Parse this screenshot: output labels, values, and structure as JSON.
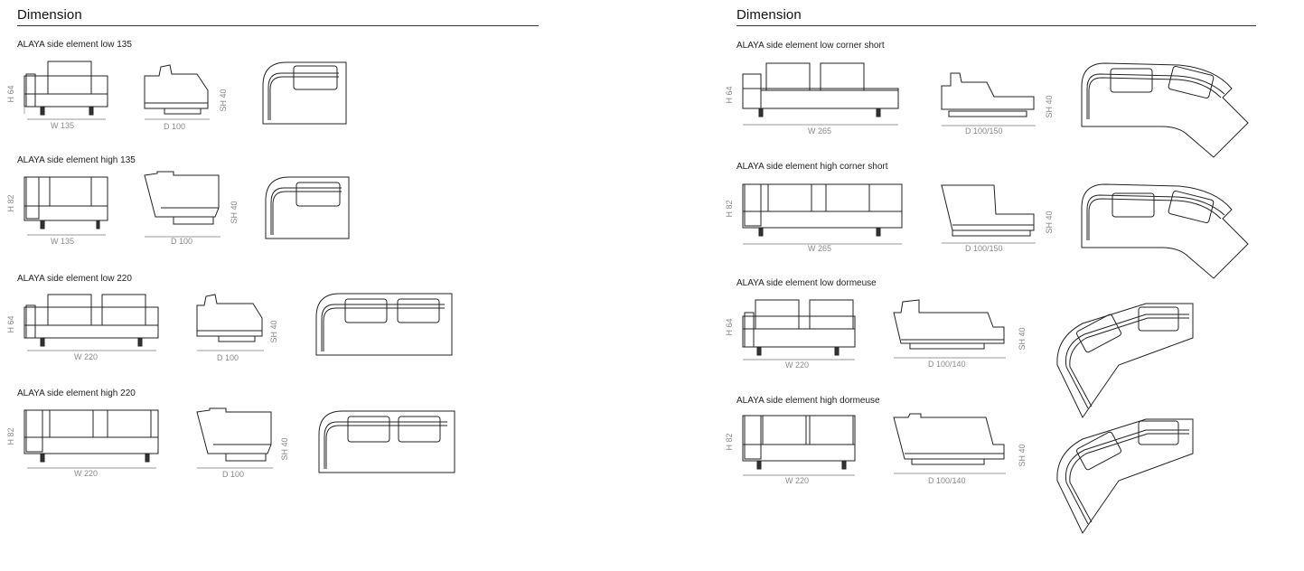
{
  "left": {
    "header": "Dimension",
    "items": [
      {
        "caption": "ALAYA side element low 135",
        "front_width": "W 135",
        "front_height": "H 64",
        "side_depth": "D 100",
        "seat_height": "SH 40"
      },
      {
        "caption": "ALAYA side element high 135",
        "front_width": "W 135",
        "front_height": "H 82",
        "side_depth": "D 100",
        "seat_height": "SH 40"
      },
      {
        "caption": "ALAYA side element low 220",
        "front_width": "W 220",
        "front_height": "H 64",
        "side_depth": "D 100",
        "seat_height": "SH 40"
      },
      {
        "caption": "ALAYA side element high 220",
        "front_width": "W 220",
        "front_height": "H 82",
        "side_depth": "D 100",
        "seat_height": "SH 40"
      }
    ]
  },
  "right": {
    "header": "Dimension",
    "items": [
      {
        "caption": "ALAYA side element low corner short",
        "front_width": "W 265",
        "front_height": "H 64",
        "side_depth": "D 100/150",
        "seat_height": "SH 40"
      },
      {
        "caption": "ALAYA side element high corner short",
        "front_width": "W 265",
        "front_height": "H 82",
        "side_depth": "D 100/150",
        "seat_height": "SH 40"
      },
      {
        "caption": "ALAYA side element low dormeuse",
        "front_width": "W 220",
        "front_height": "H 64",
        "side_depth": "D 100/140",
        "seat_height": "SH 40"
      },
      {
        "caption": "ALAYA side element high dormeuse",
        "front_width": "W 220",
        "front_height": "H 82",
        "side_depth": "D 100/140",
        "seat_height": "SH 40"
      }
    ]
  }
}
